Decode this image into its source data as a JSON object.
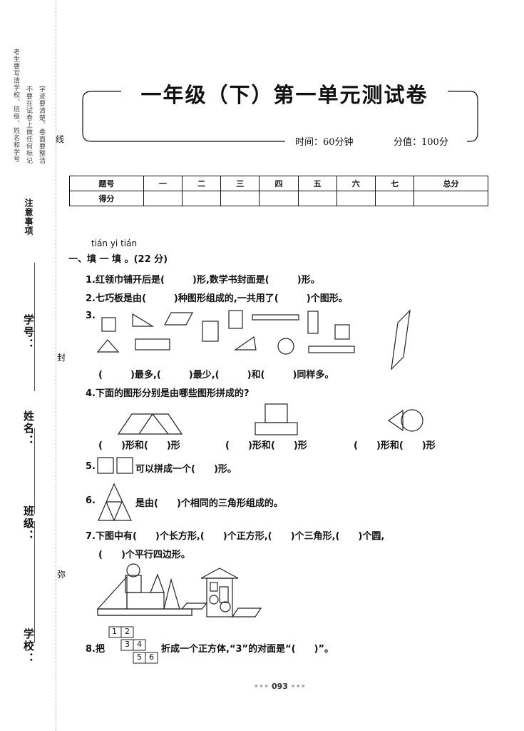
{
  "title": "一年级（下）第一单元测试卷",
  "time_label": "时间：60分钟",
  "score_label": "分值：100分",
  "side": {
    "notes": [
      "考生要写清学校、班级、姓名和学号",
      "不要在试卷上做任何标记",
      "字迹要清楚，卷面要整洁"
    ],
    "notes_title": "注意事项",
    "mark_xian": "线",
    "mark_feng": "封",
    "mark_mi": "弥",
    "student_no": "学号：",
    "name": "姓名：",
    "class": "班级：",
    "school": "学校："
  },
  "score_table": {
    "row1": [
      "题号",
      "一",
      "二",
      "三",
      "四",
      "五",
      "六",
      "七",
      "总分"
    ],
    "row2_label": "得分"
  },
  "section1": {
    "pinyin": "tián yi tián",
    "heading": "一、填 一 填 。(22 分)"
  },
  "questions": {
    "q1": "1.红领巾铺开后是(　　　)形,数学书封面是(　　　)形。",
    "q2": "2.七巧板是由(　　　)种图形组成的,一共用了(　　　)个图形。",
    "q3_num": "3.",
    "q3_blanks": "(　　　)最多,(　　　)最少,(　　　)和(　　　)同样多。",
    "q4": "4.下面的图形分别是由哪些图形拼成的?",
    "q4_a": "(　　)形和(　　)形",
    "q4_b": "(　　)形和(　　)形",
    "q4_c": "(　　)形和(　　)形",
    "q5_num": "5.",
    "q5_text": "可以拼成一个(　　)形。",
    "q6_num": "6.",
    "q6_text": "是由(　　)个相同的三角形组成的。",
    "q7_line1": "7.下图中有(　　)个长方形,(　　)个正方形,(　　)个三角形,(　　)个圆,",
    "q7_line2": "(　　)个平行四边形。",
    "q8_prefix": "8.把",
    "q8_text": "折成一个正方体,“3”的对面是“(　　)”。",
    "q8_cells": [
      "1",
      "2",
      "3",
      "4",
      "5",
      "6"
    ]
  },
  "page_number": "093"
}
